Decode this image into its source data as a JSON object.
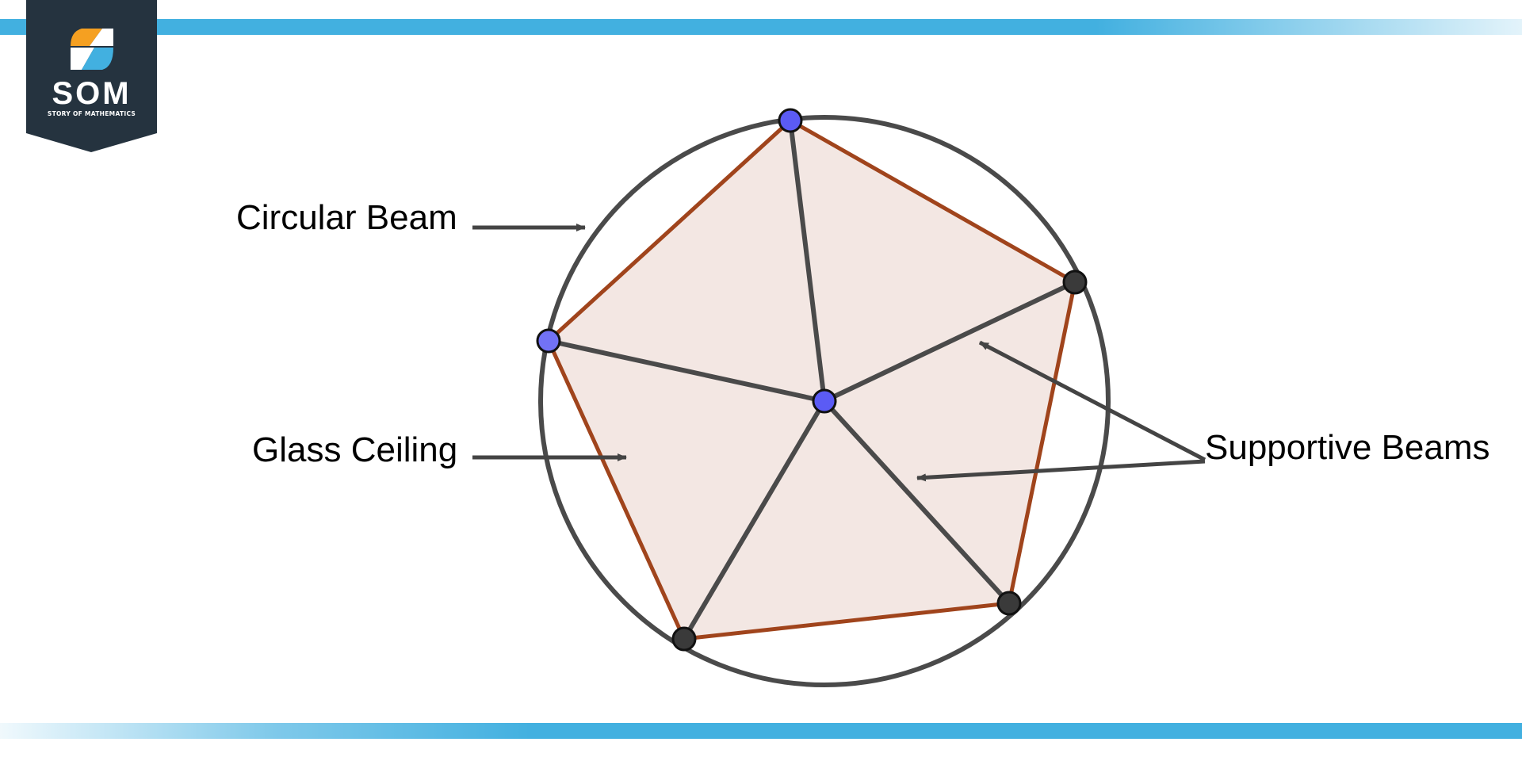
{
  "logo": {
    "title": "SOM",
    "subtitle": "STORY OF MATHEMATICS"
  },
  "labels": {
    "circular_beam": "Circular Beam",
    "glass_ceiling": "Glass Ceiling",
    "supportive_beams": "Supportive Beams"
  },
  "colors": {
    "circle": "#4a4a4a",
    "pentagon_edge": "#a0441c",
    "pentagon_fill": "#f3e7e3",
    "spoke": "#4a4a4a",
    "blue_point": "#5b5bf5",
    "dark_point": "#3a3a3a",
    "arrow": "#444444",
    "accent_bar": "#42b0e0",
    "logo_bg": "#25333f"
  }
}
